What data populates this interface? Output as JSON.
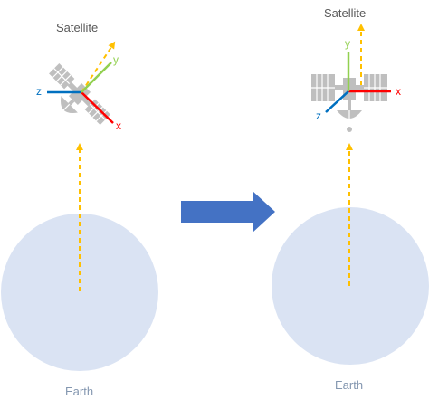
{
  "left_scene": {
    "satellite_label": "Satellite",
    "earth_label": "Earth",
    "axes": {
      "x": "x",
      "y": "y",
      "z": "z"
    }
  },
  "right_scene": {
    "satellite_label": "Satellite",
    "earth_label": "Earth",
    "axes": {
      "x": "x",
      "y": "y",
      "z": "z"
    }
  },
  "colors": {
    "earth": "#dae3f3",
    "pointing_arrow": "#ffc000",
    "transition_arrow": "#4472c4",
    "satellite_body": "#bfbfbf",
    "axis_x": "#ff0000",
    "axis_y": "#92d050",
    "axis_z": "#0070c0",
    "label_text": "#595959",
    "earth_label_text": "#8497b0"
  },
  "icons": {
    "satellite": "satellite-icon",
    "transition": "right-arrow-icon"
  }
}
